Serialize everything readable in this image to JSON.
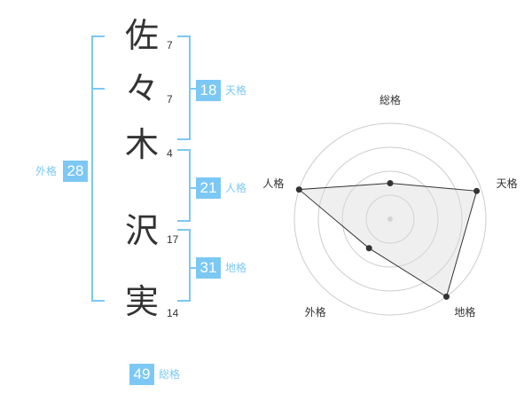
{
  "name": {
    "chars": [
      {
        "char": "佐",
        "strokes": "7"
      },
      {
        "char": "々",
        "strokes": "7"
      },
      {
        "char": "木",
        "strokes": "4"
      },
      {
        "char": "沢",
        "strokes": "17"
      },
      {
        "char": "実",
        "strokes": "14"
      }
    ]
  },
  "kaku": {
    "tenkaku": {
      "value": "18",
      "label": "天格"
    },
    "jinkaku": {
      "value": "21",
      "label": "人格"
    },
    "chikaku": {
      "value": "31",
      "label": "地格"
    },
    "gaikaku": {
      "value": "28",
      "label": "外格"
    },
    "soukaku": {
      "value": "49",
      "label": "総格"
    }
  },
  "colors": {
    "accent": "#7cc8f4",
    "text": "#333333",
    "grid": "#cccccc",
    "fill": "#eeeeee"
  },
  "chart_data": {
    "type": "radar",
    "axes": [
      "総格",
      "天格",
      "地格",
      "外格",
      "人格"
    ],
    "range": [
      0,
      4
    ],
    "rings": 4,
    "values": [
      1.5,
      3.8,
      4.0,
      1.5,
      4.0
    ]
  }
}
